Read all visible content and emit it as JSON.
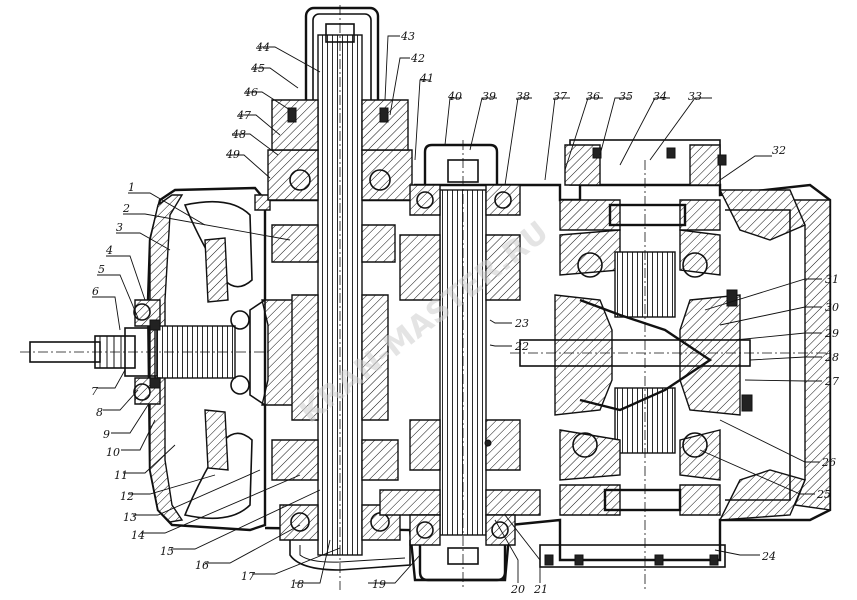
{
  "diagram": {
    "watermark": "KRAN-MASTER.RU",
    "callouts": [
      "1",
      "2",
      "3",
      "4",
      "5",
      "6",
      "7",
      "8",
      "9",
      "10",
      "11",
      "12",
      "13",
      "14",
      "15",
      "16",
      "17",
      "18",
      "19",
      "20",
      "21",
      "22",
      "23",
      "24",
      "24",
      "25",
      "26",
      "27",
      "28",
      "29",
      "30",
      "31",
      "32",
      "33",
      "34",
      "35",
      "36",
      "37",
      "38",
      "39",
      "40",
      "41",
      "42",
      "43",
      "44",
      "45",
      "46",
      "47",
      "48",
      "49"
    ]
  }
}
